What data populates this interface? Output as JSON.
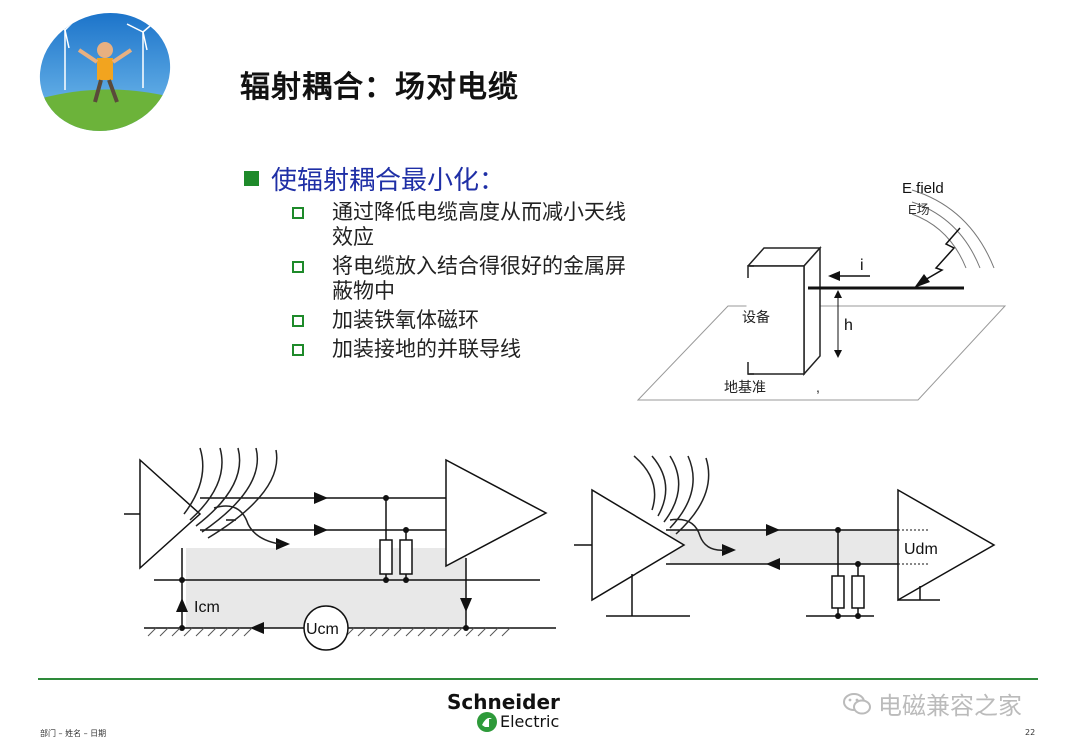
{
  "slide": {
    "title": "辐射耦合：场对电缆",
    "heading": "使辐射耦合最小化：",
    "bullets": [
      {
        "text": "通过降低电缆高度从而减小天线效应"
      },
      {
        "text": "将电缆放入结合得很好的金属屏蔽物中"
      },
      {
        "text": "加装铁氧体磁环"
      },
      {
        "text": "加装接地的并联导线"
      }
    ]
  },
  "diagram_cable": {
    "efield_label": "E field",
    "efield_cn": "E场",
    "current_label": "i",
    "height_label": "h",
    "device_label": "设备",
    "ground_label": "地基准",
    "mark": ","
  },
  "diagram_cm": {
    "current_label": "Icm",
    "source_label": "Ucm"
  },
  "diagram_dm": {
    "voltage_label": "Udm"
  },
  "footer": {
    "left_text": "部门 – 姓名 – 日期",
    "page_number": "22",
    "brand_name": "Schneider",
    "brand_sub": "Electric",
    "watermark": "电磁兼容之家"
  },
  "colors": {
    "accent_green": "#1e8a2a",
    "heading_blue": "#1f2fa6",
    "footer_line": "#2e8a3a"
  }
}
